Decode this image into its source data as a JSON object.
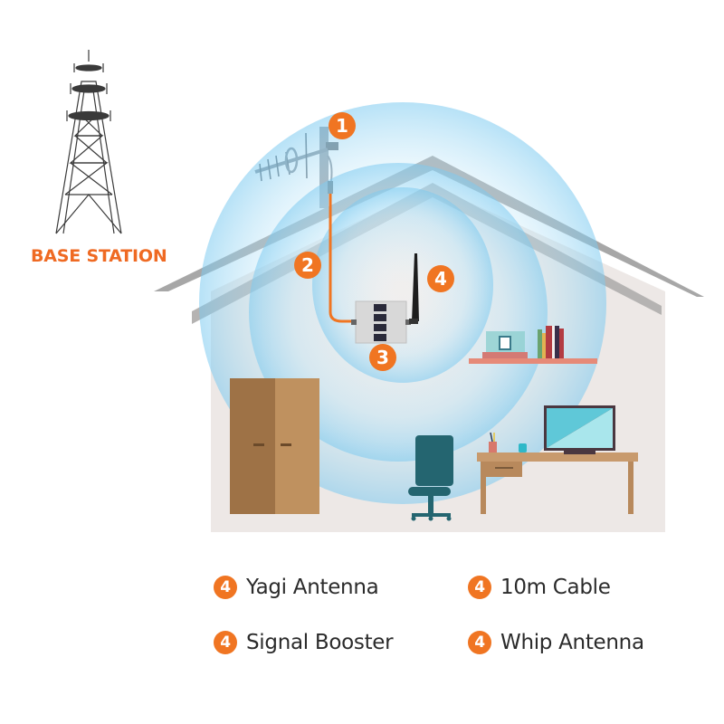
{
  "tower": {
    "label": "BASE STATION"
  },
  "callouts": [
    {
      "number": "1",
      "target": "yagi-antenna"
    },
    {
      "number": "2",
      "target": "cable"
    },
    {
      "number": "3",
      "target": "signal-booster"
    },
    {
      "number": "4",
      "target": "whip-antenna"
    }
  ],
  "legend": {
    "badge": "4",
    "items": [
      {
        "label": "Yagi Antenna"
      },
      {
        "label": "10m Cable"
      },
      {
        "label": "Signal Booster"
      },
      {
        "label": "Whip Antenna"
      }
    ]
  },
  "colors": {
    "accent": "#f07522",
    "cable": "#f07522",
    "wall": "#ede8e6",
    "roof": "#a8a8a8",
    "signal": "#8fd0f0",
    "wardrobe": "#b98b5c",
    "chair": "#266670",
    "desk": "#c89a6d",
    "screen": "#5fd0de"
  }
}
